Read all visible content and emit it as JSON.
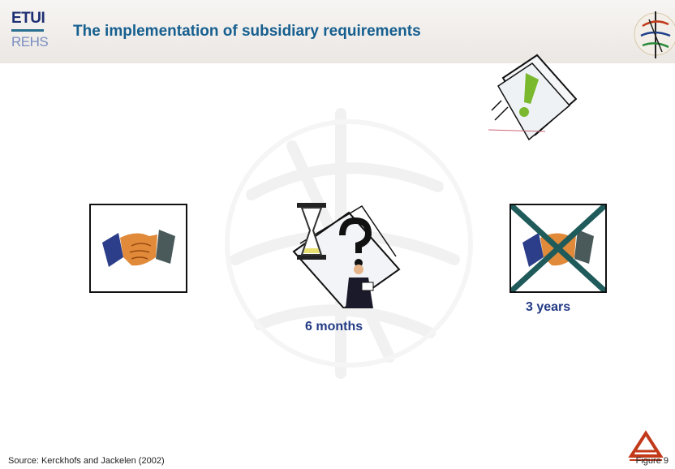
{
  "header": {
    "logo_top": "ETUI",
    "logo_bottom": "REHS",
    "title": "The implementation of subsidiary requirements"
  },
  "captions": {
    "middle": "6 months",
    "right": "3 years"
  },
  "footer": {
    "source": "Source: Kerckhofs and Jackelen (2002)",
    "figure": "Figure 9"
  },
  "icons": {
    "left_frame": "handshake-icon",
    "right_frame": "crossed-out-handshake-icon",
    "middle": "hourglass-question-businessman-icon",
    "top_right": "document-exclamation-icon"
  },
  "colors": {
    "title": "#165f8f",
    "caption": "#223a84",
    "cross": "#1f5b5a",
    "exclamation": "#7ab82e"
  }
}
